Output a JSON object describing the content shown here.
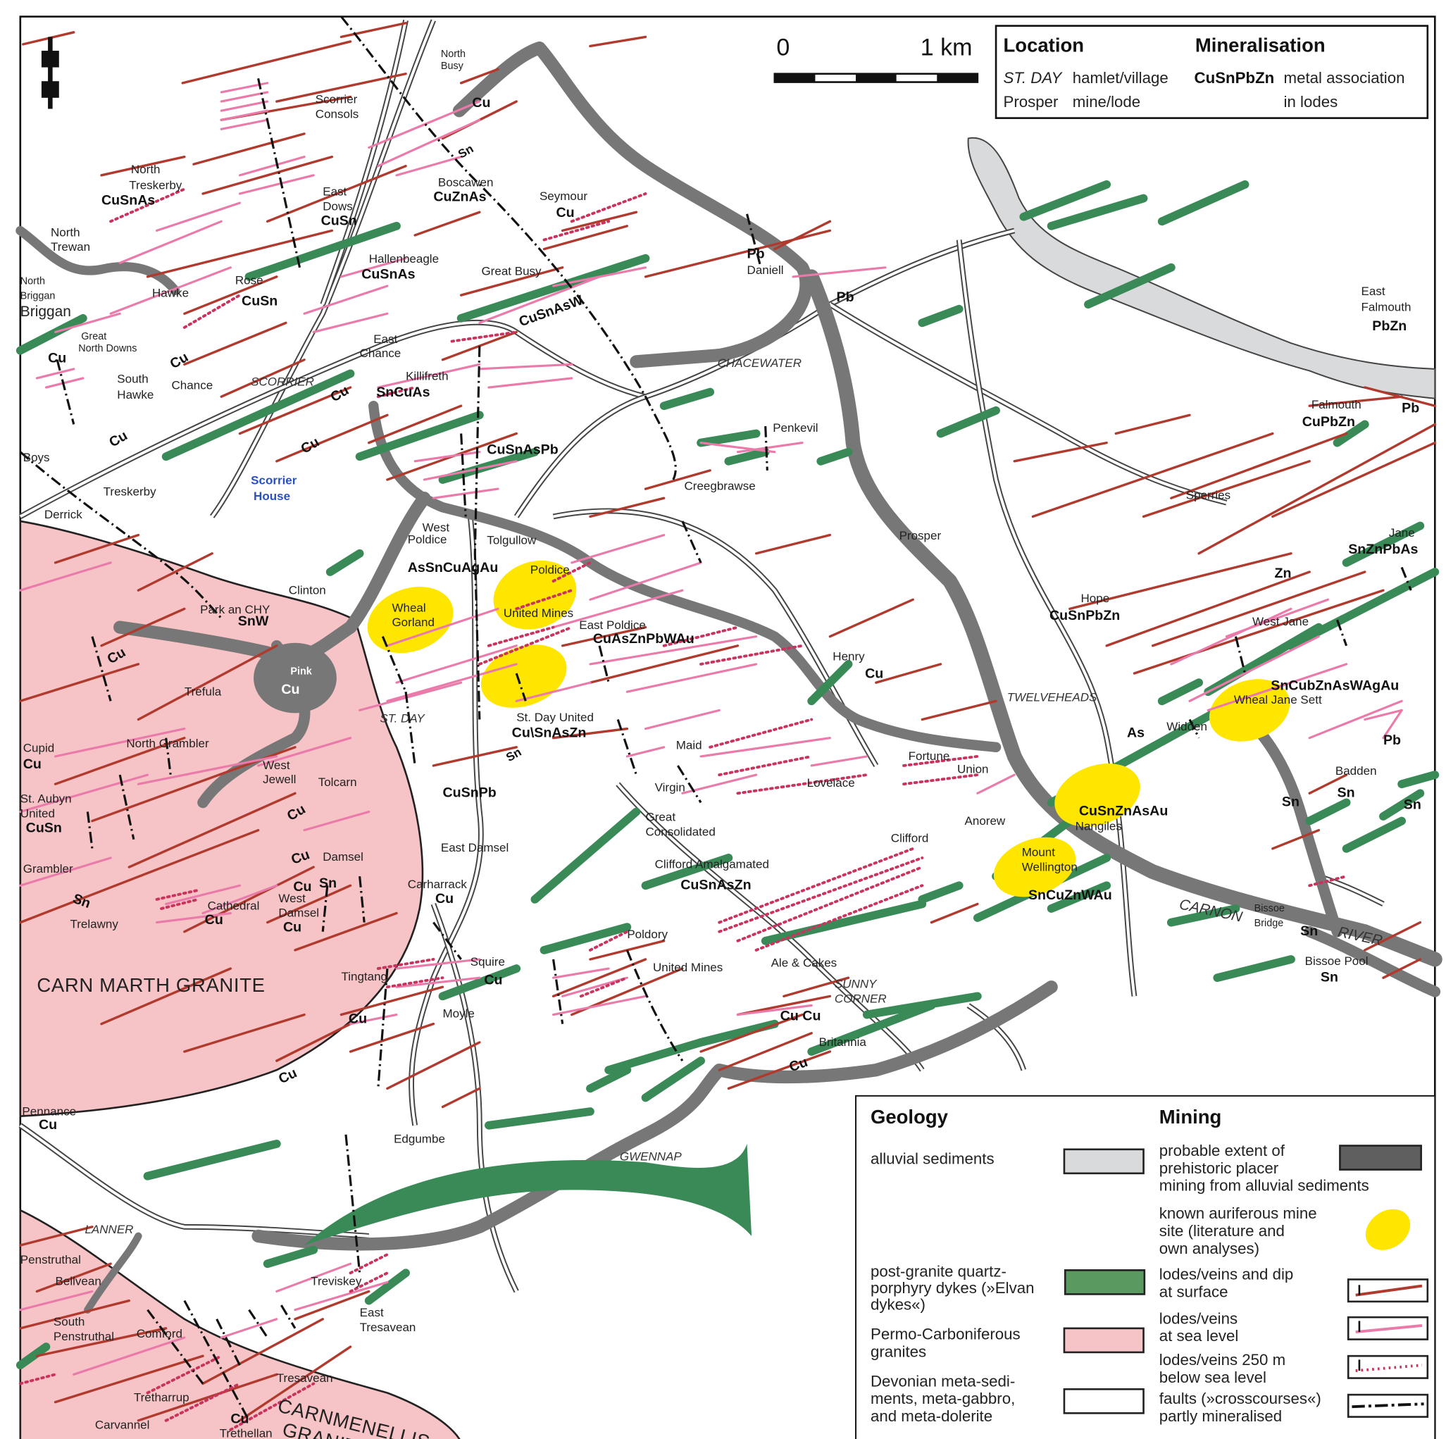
{
  "colors": {
    "granite": "#f6c4c6",
    "alluvial": "#d9dadb",
    "placer_mining": "#7a7a7a",
    "dyke": "#3a8a58",
    "lode_surface": "#b13a2e",
    "lode_sea_level": "#ea7aa9",
    "lode_250m": "#c8345e",
    "auriferous": "#ffe600"
  },
  "icons": {
    "north_arrow": "north-arrow-icon"
  },
  "scale_bar": {
    "start": "0",
    "end": "1 km"
  },
  "location_legend": {
    "title_location": "Location",
    "title_mineralisation": "Mineralisation",
    "example_hamlet": "ST. DAY",
    "hamlet_desc": "hamlet/village",
    "example_mine": "Prosper",
    "mine_desc": "mine/lode",
    "example_metal": "CuSnPbZn",
    "metal_desc_1": "metal association",
    "metal_desc_2": "in lodes"
  },
  "geology_legend": {
    "title": "Geology",
    "alluvial": "alluvial sediments",
    "dykes": [
      "post-granite quartz-",
      "porphyry dykes (»Elvan",
      "dykes«)"
    ],
    "granites": [
      "Permo-Carboniferous",
      "granites"
    ],
    "devonian": [
      "Devonian meta-sedi-",
      "ments, meta-gabbro,",
      "and meta-dolerite"
    ]
  },
  "mining_legend": {
    "title": "Mining",
    "placer": [
      "probable extent of",
      "prehistoric placer",
      "mining from alluvial sediments"
    ],
    "auriferous": [
      "known auriferous mine",
      "site (literature and",
      "own analyses)"
    ],
    "lodes_surface": [
      "lodes/veins and dip",
      "at surface"
    ],
    "lodes_sea": [
      "lodes/veins",
      "at sea level"
    ],
    "lodes_250": [
      "lodes/veins 250 m",
      "below sea level"
    ],
    "faults": [
      "faults (»crosscourses«)",
      "partly mineralised"
    ]
  },
  "map_labels": [
    "North",
    "Busy",
    "Cu",
    "Scorrier",
    "Consols",
    "Sn",
    "North",
    "Treskerby",
    "CuSnAs",
    "East",
    "Dows",
    "CuSn",
    "Boscawen",
    "CuZnAs",
    "Seymour",
    "Cu",
    "North",
    "Trewan",
    "Hallenbeagle",
    "CuSnAs",
    "Great Busy",
    "Pb",
    "Daniell",
    "Rose",
    "CuSn",
    "North",
    "Briggan",
    "Briggan",
    "Hawke",
    "Great",
    "North Downs",
    "Pb",
    "East",
    "Falmouth",
    "PbZn",
    "CuSnAsW",
    "East",
    "Chance",
    "Cu",
    "Cu",
    "South",
    "Hawke",
    "Chance",
    "SCORRIER",
    "CHACEWATER",
    "Killifreth",
    "SnCuAs",
    "Cu",
    "Falmouth",
    "CuPbZn",
    "Pb",
    "Cu",
    "Cu",
    "CuSnAsPb",
    "Penkevil",
    "Boys",
    "Scorrier",
    "House",
    "Treskerby",
    "Creegbrawse",
    "Sperries",
    "Derrick",
    "West",
    "Poldice",
    "Tolgullow",
    "Prosper",
    "Jane",
    "SnZnPbAs",
    "AsSnCuAgAu",
    "Poldice",
    "Clinton",
    "Wheal",
    "Gorland",
    "Zn",
    "Hope",
    "CuSnPbZn",
    "Park an CHY",
    "SnW",
    "United Mines",
    "West Jane",
    "East Poldice",
    "CuAsZnPbWAu",
    "Cu",
    "Henry",
    "Cu",
    "Pink",
    "Cu",
    "Trefula",
    "SnCubZnAsWAgAu",
    "Wheal Jane Sett",
    "TWELVEHEADS",
    "ST. DAY",
    "St. Day United",
    "Cu\\SnAsZn",
    "Widden",
    "As",
    "Pb",
    "Maid",
    "North Grambler",
    "Cupid",
    "Cu",
    "Sn",
    "West",
    "Jewell",
    "Fortune",
    "Union",
    "Badden",
    "Sn",
    "Tolcarn",
    "Lovelace",
    "Virgin",
    "CuSnPb",
    "St. Aubyn",
    "United",
    "CuSn",
    "Sn",
    "Sn",
    "CuSnZnAsAu",
    "Nangiles",
    "Cu",
    "Great",
    "Consolidated",
    "Anorew",
    "Clifford",
    "East Damsel",
    "Mount",
    "Wellington",
    "Grambler",
    "Sn",
    "Cu",
    "Damsel",
    "Cu",
    "Sn",
    "Clifford Amalgamated",
    "CuSnAsZn",
    "Carharrack",
    "Cu",
    "SnCuZnWAu",
    "Cathedral",
    "Cu",
    "West",
    "Damsel",
    "Cu",
    "Trelawny",
    "CARNON",
    "Bissoe",
    "Bridge",
    "Sn",
    "RIVER",
    "Poldory",
    "Squire",
    "Cu",
    "Ale & Cakes",
    "United Mines",
    "Bissoe Pool",
    "Sn",
    "CARN MARTH GRANITE",
    "SUNNY",
    "CORNER",
    "Tingtang",
    "Cu",
    "Moyle",
    "Cu Cu",
    "Britannia",
    "Cu",
    "Cu",
    "Pennance",
    "Cu",
    "Edgumbe",
    "GWENNAP",
    "LANNER",
    "Penstruthal",
    "Bellvean",
    "Treviskey",
    "East",
    "Tresavean",
    "South",
    "Penstruthal",
    "Comford",
    "Tresavean",
    "Tretharrup",
    "Carvannel",
    "Cu",
    "Trethellan",
    "CARNMENELLIS",
    "GRANITE"
  ]
}
